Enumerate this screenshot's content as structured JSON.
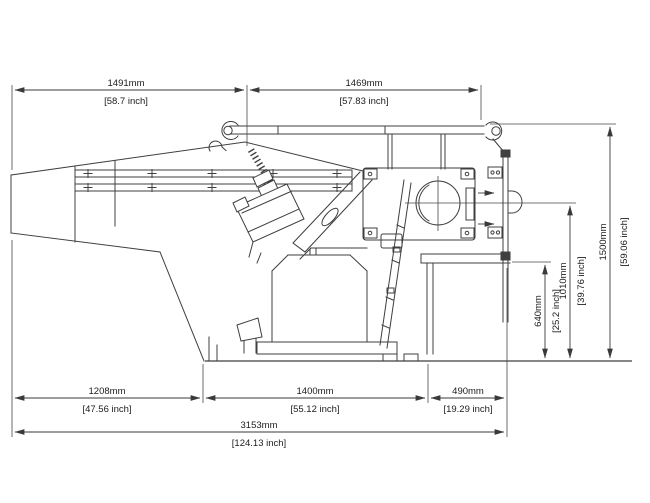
{
  "drawing": {
    "description": "Side-view technical dimension drawing of a vibrating feeder / conveyor machine",
    "background": "#ffffff",
    "line_color": "#3f3f3f",
    "text_color": "#1c1c1c"
  },
  "dimensions": {
    "top": [
      {
        "mm": "1491mm",
        "inch": "[58.7 inch]"
      },
      {
        "mm": "1469mm",
        "inch": "[57.83 inch]"
      }
    ],
    "right": [
      {
        "mm": "640mm",
        "inch": "[25.2 inch]"
      },
      {
        "mm": "1010mm",
        "inch": "[39.76 inch]"
      },
      {
        "mm": "1500mm",
        "inch": "[59.06 inch]"
      }
    ],
    "bottom": [
      {
        "mm": "1208mm",
        "inch": "[47.56 inch]"
      },
      {
        "mm": "1400mm",
        "inch": "[55.12 inch]"
      },
      {
        "mm": "490mm",
        "inch": "[19.29 inch]"
      }
    ],
    "overall": {
      "mm": "3153mm",
      "inch": "[124.13 inch]"
    }
  }
}
